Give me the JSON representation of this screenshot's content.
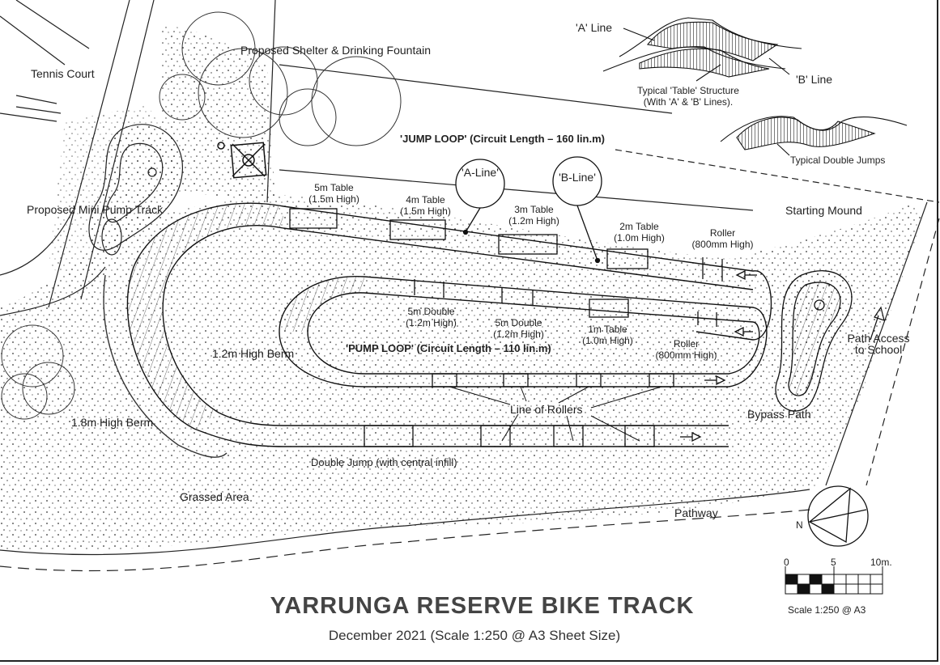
{
  "title": "YARRUNGA RESERVE BIKE TRACK",
  "subtitle": "December 2021   (Scale 1:250 @ A3 Sheet Size)",
  "labels": {
    "tennis_court": "Tennis Court",
    "shelter": "Proposed Shelter & Drinking Fountain",
    "mini_pump": "Proposed Mini Pump Track",
    "jump_loop": "'JUMP LOOP' (Circuit Length – 160 lin.m)",
    "pump_loop": "'PUMP LOOP' (Circuit Length – 110 lin.m)",
    "a_line_circle": "'A-Line'",
    "b_line_circle": "'B-Line'",
    "starting_mound": "Starting Mound",
    "path_access": [
      "Path Access",
      "to School"
    ],
    "bypass_path": "Bypass Path",
    "pathway": "Pathway",
    "grassed_area": "Grassed Area",
    "berm_12": "1.2m High Berm",
    "berm_18": "1.8m High Berm",
    "line_of_rollers": "Line of Rollers",
    "double_jump": "Double Jump (with central infill)",
    "a_line": "'A' Line",
    "b_line": "'B' Line",
    "table_structure": [
      "Typical 'Table' Structure",
      "(With 'A' & 'B' Lines)."
    ],
    "double_jumps": "Typical Double Jumps"
  },
  "features": [
    {
      "name": "table-5m",
      "lines": [
        "5m Table",
        "(1.5m High)"
      ]
    },
    {
      "name": "table-4m",
      "lines": [
        "4m Table",
        "(1.5m High)"
      ]
    },
    {
      "name": "table-3m",
      "lines": [
        "3m Table",
        "(1.2m High)"
      ]
    },
    {
      "name": "table-2m",
      "lines": [
        "2m Table",
        "(1.0m High)"
      ]
    },
    {
      "name": "roller-upper",
      "lines": [
        "Roller",
        "(800mm High)"
      ]
    },
    {
      "name": "double-5m-a",
      "lines": [
        "5m Double",
        "(1.2m High)"
      ]
    },
    {
      "name": "double-5m-b",
      "lines": [
        "5m Double",
        "(1.2m High)"
      ]
    },
    {
      "name": "table-1m",
      "lines": [
        "1m Table",
        "(1.0m High)"
      ]
    },
    {
      "name": "roller-lower",
      "lines": [
        "Roller",
        "(800mm High)"
      ]
    }
  ],
  "scale_bar": {
    "ticks": [
      "0",
      "5",
      "10m."
    ],
    "caption": "Scale 1:250 @ A3"
  },
  "north": "N"
}
